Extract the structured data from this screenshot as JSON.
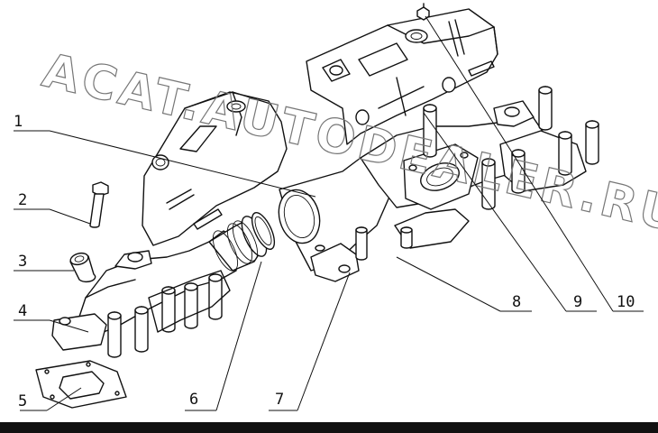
{
  "watermark": "ACAT.AUTODEALER.RU",
  "callouts": [
    {
      "id": 1,
      "label": "1"
    },
    {
      "id": 2,
      "label": "2"
    },
    {
      "id": 3,
      "label": "3"
    },
    {
      "id": 4,
      "label": "4"
    },
    {
      "id": 5,
      "label": "5"
    },
    {
      "id": 6,
      "label": "6"
    },
    {
      "id": 7,
      "label": "7"
    },
    {
      "id": 8,
      "label": "8"
    },
    {
      "id": 9,
      "label": "9"
    },
    {
      "id": 10,
      "label": "10"
    }
  ]
}
